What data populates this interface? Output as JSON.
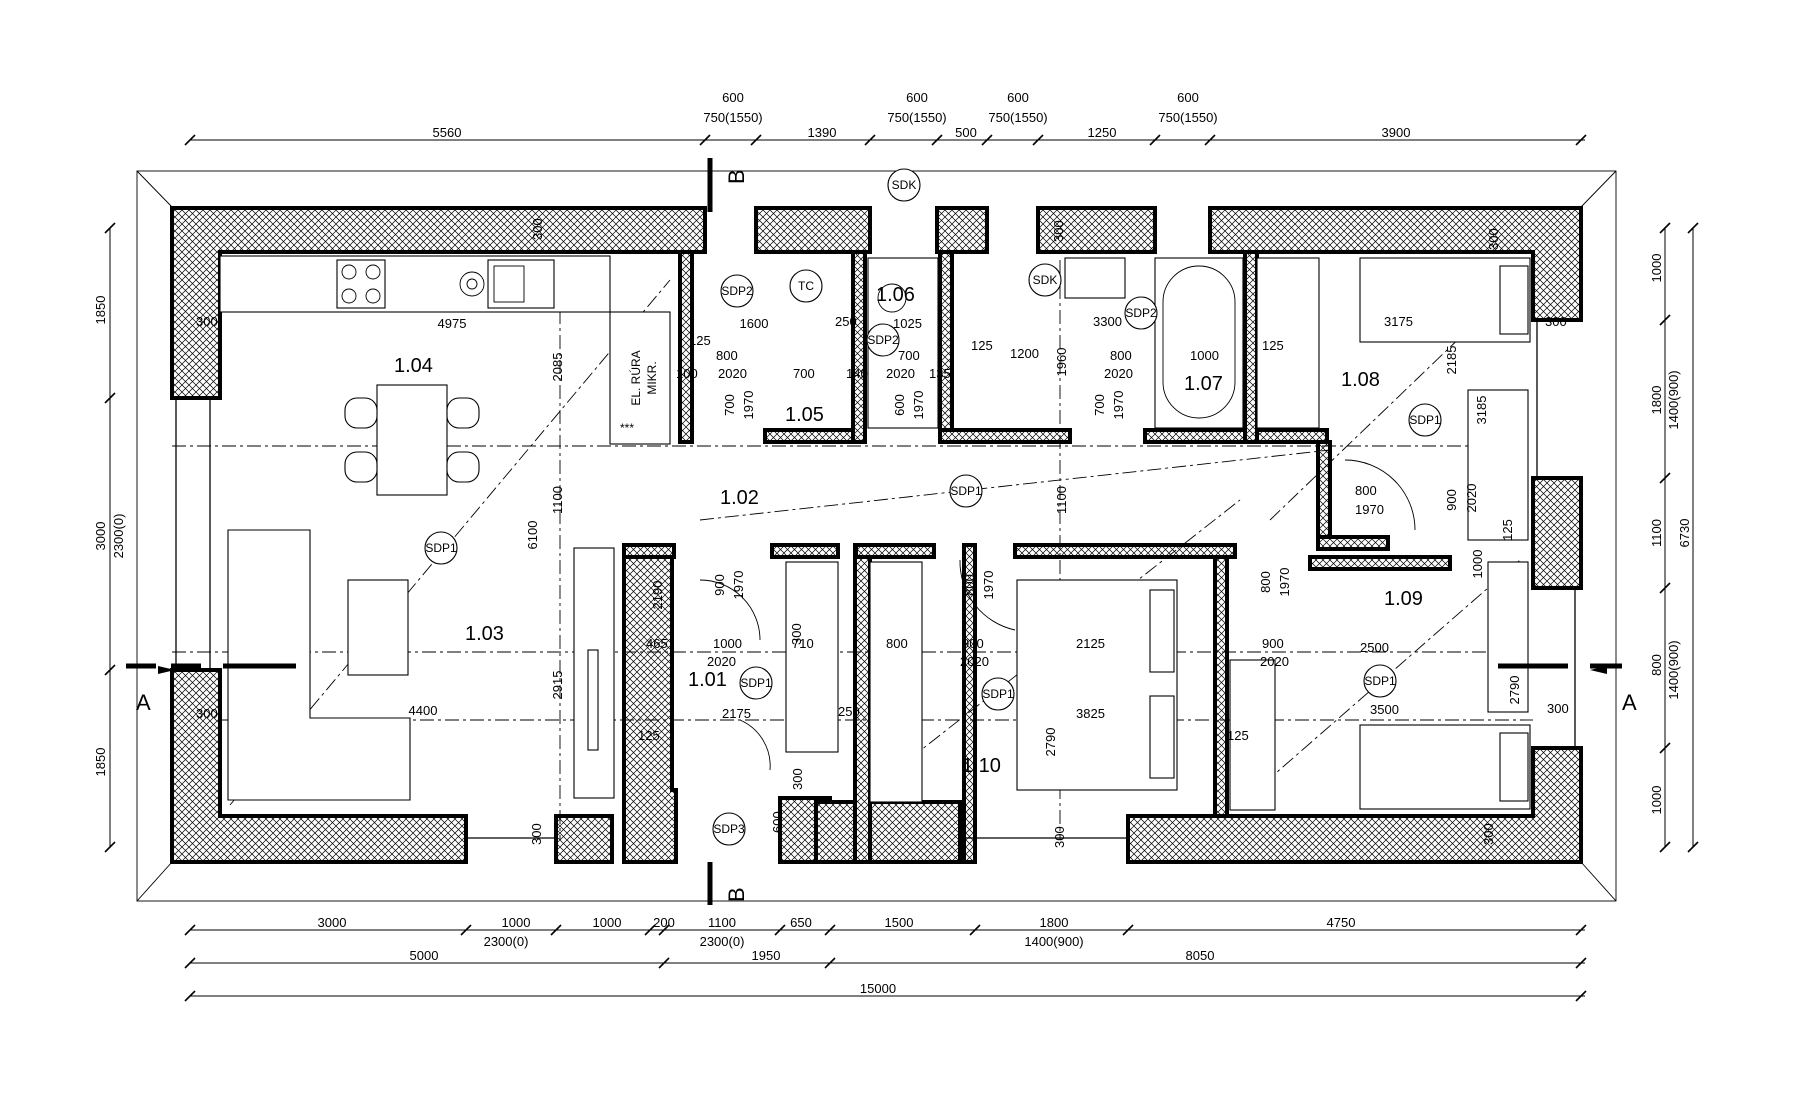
{
  "rooms": {
    "r101": "1.01",
    "r102": "1.02",
    "r103": "1.03",
    "r104": "1.04",
    "r105": "1.05",
    "r106": "1.06",
    "r107": "1.07",
    "r108": "1.08",
    "r109": "1.09",
    "r110": "1.10"
  },
  "sections": {
    "a": "A",
    "b": "B"
  },
  "tags": {
    "sdp1": "SDP1",
    "sdp2": "SDP2",
    "sdp3": "SDP3",
    "sdk": "SDK",
    "tc": "TC"
  },
  "fixtures": {
    "oven_line1": "EL. RÚRA",
    "oven_line2": "MIKR.",
    "stars": "***"
  },
  "dims": {
    "top_upper": [
      "600",
      "600",
      "600",
      "600"
    ],
    "top_mid": [
      "750(1550)",
      "750(1550)",
      "750(1550)",
      "750(1550)"
    ],
    "top_main": [
      "5560",
      "1390",
      "500",
      "1250",
      "3900"
    ],
    "bottom_row1": [
      "3000",
      "1000",
      "1000",
      "200",
      "1100",
      "650",
      "1500",
      "1800",
      "4750"
    ],
    "bottom_row1_sub": [
      "2300(0)",
      "2300(0)",
      "1400(900)"
    ],
    "bottom_row2": [
      "5000",
      "1950",
      "8050"
    ],
    "bottom_row3": "15000",
    "left": [
      "1850",
      "3000",
      "2300(0)",
      "1850"
    ],
    "right": [
      "1000",
      "1800",
      "1400(900)",
      "1100",
      "6730",
      "800",
      "1400(900)",
      "1000"
    ],
    "interior": {
      "w300a": "300",
      "w300b": "300",
      "w300c": "300",
      "w300d": "300",
      "w300e": "300",
      "w300f": "300",
      "w300g": "300",
      "w300h": "300",
      "w300i": "300",
      "w300j": "300",
      "k4975": "4975",
      "k2085": "2085",
      "k6100": "6100",
      "k1100a": "1100",
      "k2915": "2915",
      "k4400": "4400",
      "k1600": "1600",
      "k125a": "125",
      "k800a": "800",
      "k100": "100",
      "k2020a": "2020",
      "k700a": "700",
      "k140": "140",
      "k250a": "250",
      "k1025": "1025",
      "k700b": "700",
      "k2020b": "2020",
      "k135": "135",
      "k700c": "700",
      "k1970a": "1970",
      "k600a": "600",
      "k1970b": "1970",
      "k125b": "125",
      "k1200": "1200",
      "k1960": "1960",
      "k3300": "3300",
      "k800b": "800",
      "k2020c": "2020",
      "k1000a": "1000",
      "k700d": "700",
      "k1970c": "1970",
      "k1100b": "1100",
      "k125c": "125",
      "k3175": "3175",
      "k2185": "2185",
      "k3185": "3185",
      "k800c": "800",
      "k1970d": "1970",
      "k900a": "900",
      "k2020d": "2020",
      "k125d": "125",
      "k1000b": "1000",
      "k2190": "2190",
      "k900b": "900",
      "k1970e": "1970",
      "k465": "465",
      "k1000c": "1000",
      "k710": "710",
      "k2020e": "2020",
      "k2175": "2175",
      "k250b": "250",
      "k125e": "125",
      "k800d": "800",
      "k900c": "900",
      "k2020f": "2020",
      "k800e": "800",
      "k1970f": "1970",
      "k2125": "2125",
      "k3825": "3825",
      "k2790a": "2790",
      "k800f": "800",
      "k1970g": "1970",
      "k900d": "900",
      "k2020g": "2020",
      "k2500": "2500",
      "k3500": "3500",
      "k2790b": "2790",
      "k125f": "125",
      "k300k": "300",
      "k600b": "600",
      "k300l": "300"
    }
  }
}
